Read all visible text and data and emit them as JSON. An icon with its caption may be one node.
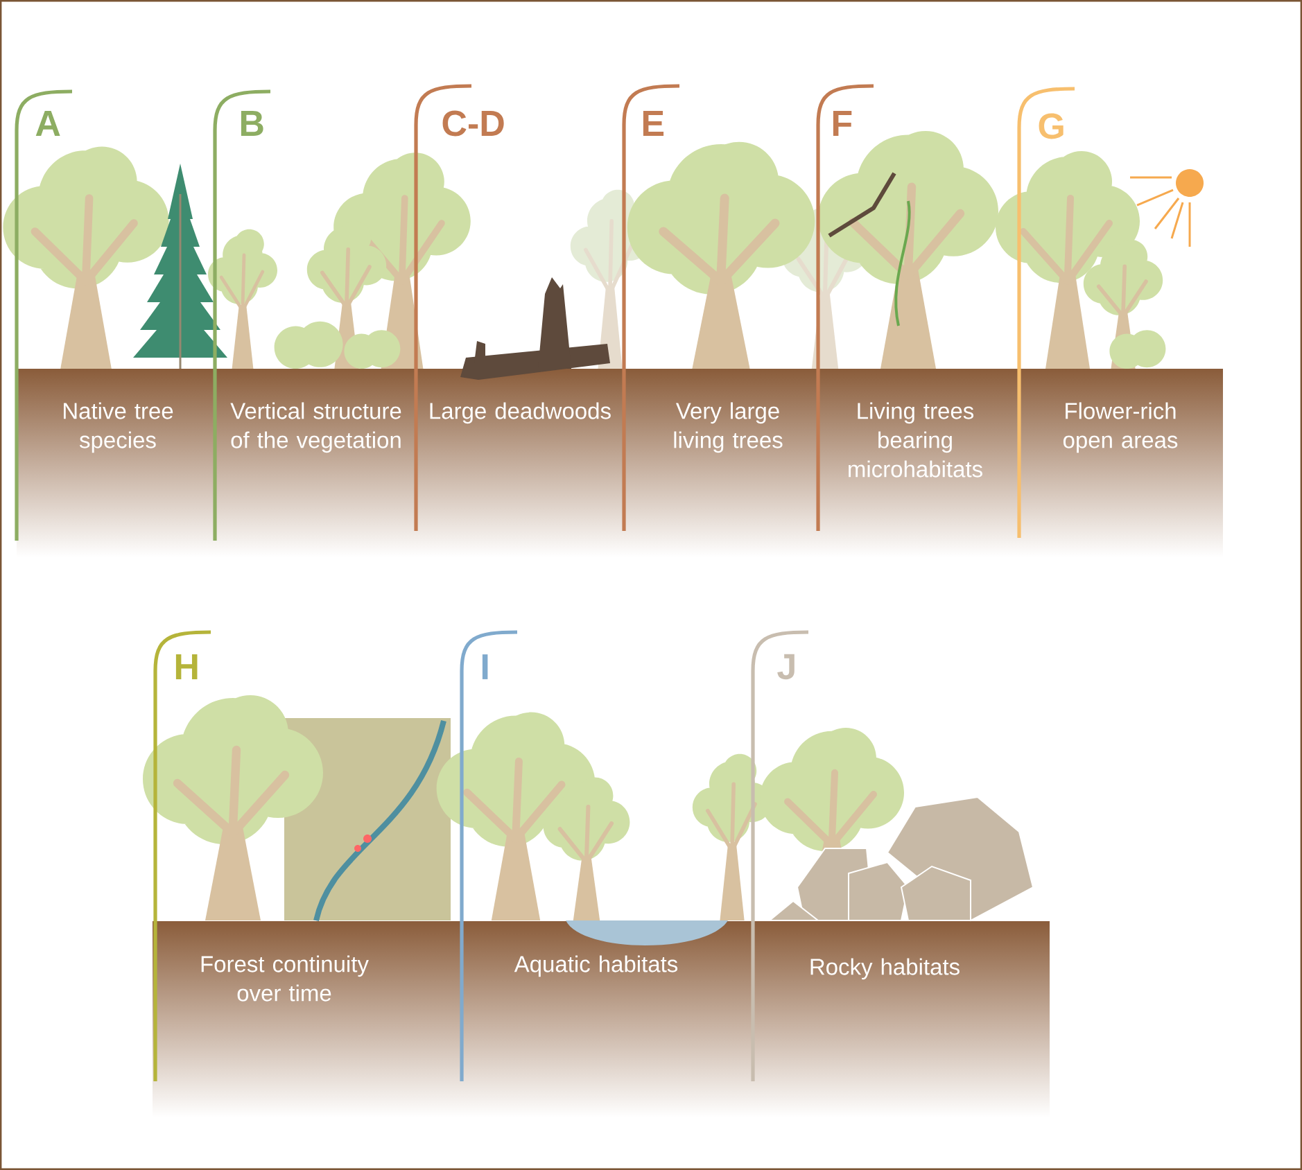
{
  "diagram": {
    "labels": [
      "A",
      "Native tree species",
      "B",
      "Vertical structure of the vegetation",
      "C-D",
      "Large deadwoods",
      "E",
      "Very large living trees",
      "F",
      "Living trees bearing microhabitats",
      "G",
      "Flower-rich open areas",
      "H",
      "Forest continuity over time",
      "I",
      "Aquatic habitats",
      "J",
      "Rocky habitats"
    ]
  }
}
